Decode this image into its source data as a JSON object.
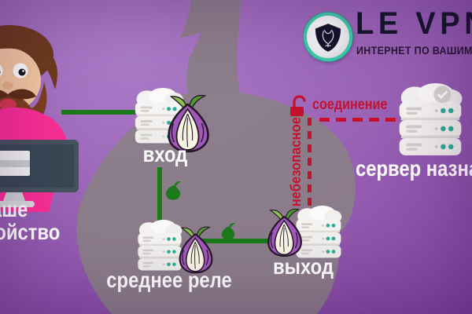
{
  "header": {
    "brand": "Le VPN",
    "tagline": "ИНТЕРНЕТ ПО ВАШИМ ПРАВИЛАМ"
  },
  "diagram": {
    "device": {
      "line1": "ваше",
      "line2": "устройство"
    },
    "entry_node": {
      "label": "вход"
    },
    "middle_node": {
      "label": "среднее реле"
    },
    "exit_node": {
      "label": "выход"
    },
    "destination_node": {
      "label": "сервер назначения"
    },
    "insecure_connection": {
      "word_vertical": "небезопасное",
      "word_horizontal": "соединение"
    }
  },
  "icons": {
    "logo_emblem": "shield-monogram",
    "tor_node": "tor-onion",
    "server": "server-stack",
    "destination_server": "server-stack-check-cloud",
    "hop_marker": "green-onion",
    "insecure": "open-lock",
    "background": "onion-silhouette"
  },
  "colors": {
    "background_purple": "#9a63b6",
    "onion_silhouette_grey": "#8b7f88",
    "secure_line_green": "#1c7a1a",
    "insecure_red": "#c4122e",
    "server_dot_teal": "#2eae96",
    "logo_ring_teal": "#3ecbaa",
    "tor_onion_purple": "#a258ba",
    "shirt_pink": "#fb2f96"
  }
}
